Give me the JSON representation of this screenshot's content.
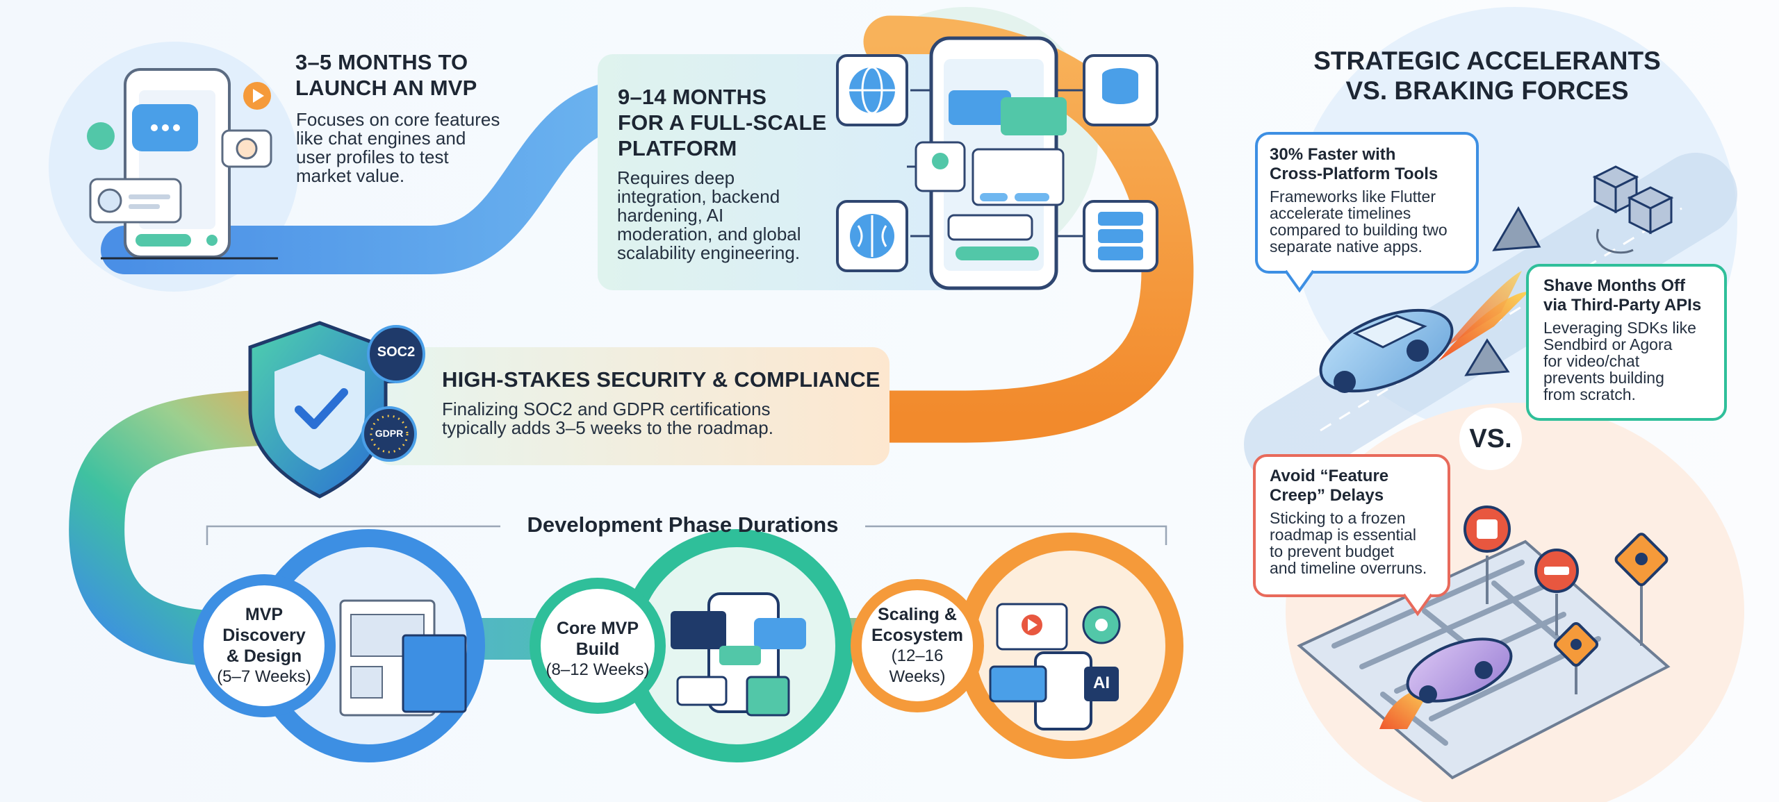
{
  "steps": {
    "mvp": {
      "title_line1": "3–5 MONTHS TO",
      "title_line2": "LAUNCH AN MVP",
      "body_lines": [
        "Focuses on core features",
        "like chat engines and",
        "user profiles to test",
        "market value."
      ]
    },
    "full_scale": {
      "title_line1": "9–14 MONTHS",
      "title_line2": "FOR A FULL-SCALE",
      "title_line3": "PLATFORM",
      "body_lines": [
        "Requires deep",
        "integration, backend",
        "hardening, AI",
        "moderation, and global",
        "scalability engineering."
      ]
    },
    "security": {
      "title": "HIGH-STAKES SECURITY & COMPLIANCE",
      "body_lines": [
        "Finalizing SOC2 and GDPR certifications",
        "typically adds 3–5 weeks to the roadmap."
      ],
      "badge_soc2": "SOC2",
      "badge_gdpr": "GDPR"
    }
  },
  "phases": {
    "heading": "Development Phase Durations",
    "items": [
      {
        "title_lines": [
          "MVP",
          "Discovery",
          "& Design"
        ],
        "duration": "(5–7 Weeks)",
        "color": "#3d8fe3"
      },
      {
        "title_lines": [
          "Core MVP",
          "Build"
        ],
        "duration": "(8–12 Weeks)",
        "color": "#2fbf9a"
      },
      {
        "title_lines": [
          "Scaling &",
          "Ecosystem"
        ],
        "duration": "(12–16 Weeks)",
        "color": "#f59a3a"
      }
    ],
    "ai_chip_label": "AI"
  },
  "sidebar": {
    "title_line1": "STRATEGIC ACCELERANTS",
    "title_line2": "VS. BRAKING FORCES",
    "vs_label": "VS.",
    "cards": [
      {
        "title_lines": [
          "30% Faster with",
          "Cross-Platform Tools"
        ],
        "body_lines": [
          "Frameworks like Flutter",
          "accelerate timelines",
          "compared to building two",
          "separate native apps."
        ],
        "color": "#3d8fe3"
      },
      {
        "title_lines": [
          "Shave Months Off",
          "via Third-Party APIs"
        ],
        "body_lines": [
          "Leveraging SDKs like",
          "Sendbird or Agora",
          "for video/chat",
          "prevents building",
          "from scratch."
        ],
        "color": "#2fbf9a"
      },
      {
        "title_lines": [
          "Avoid “Feature",
          "Creep” Delays"
        ],
        "body_lines": [
          "Sticking to a frozen",
          "roadmap is essential",
          "to prevent budget",
          "and timeline overruns."
        ],
        "color": "#e86a5b"
      }
    ]
  },
  "colors": {
    "blue": "#3d8fe3",
    "teal": "#2fbf9a",
    "orange": "#f59a3a",
    "red": "#e86a5b",
    "navy": "#1f3a6a"
  }
}
